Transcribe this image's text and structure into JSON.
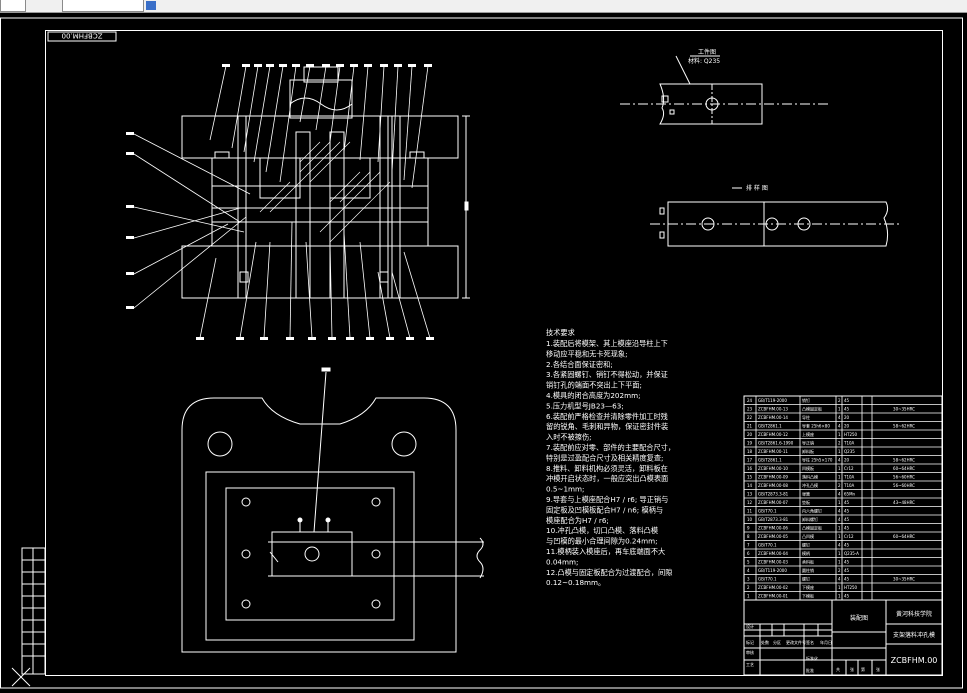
{
  "drawing_code_rotated": "ZCBFHM.00",
  "workpiece": {
    "label": "工件图",
    "material": "材料: Q235"
  },
  "strip": {
    "label": "排 样 图"
  },
  "tech_req": {
    "title": "技术要求",
    "lines": [
      "1.装配后将模架、其上模座沿导柱上下",
      "移动应平稳和无卡死现象;",
      "2.各结合面保证密和;",
      "3.各紧固螺钉、销钉不得松动，并保证",
      "销钉孔的端面不突出上下平面;",
      "4.模具的闭合高度为202mm;",
      "5.压力机型号JB23—63;",
      "6.装配前严格检查并清除零件加工时残",
      "留的锐角、毛刺和异物，保证密封件装",
      "入时不被擦伤;",
      "7.装配前应对零、部件的主要配合尺寸，",
      "特别是过盈配合尺寸及相关精度复查;",
      "8.推料、卸料机构必须灵活，卸料板在",
      "冲模开启状态时，一般应突出凸模表面",
      "0.5~1mm;",
      "9.导套与上模座配合H7 / r6; 导正销与",
      "固定板及凹模板配合H7 / n6; 模柄与",
      "模座配合为H7 / r6;",
      "10.冲孔凸模，切口凸模、落料凸模",
      "与凹模的最小合理间隙为0.24mm;",
      "11.模柄装入模座后，再车底端面不大",
      "0.04mm;",
      "12.凸模与固定板配合为过渡配合，间隙",
      "0.12~0.18mm。"
    ]
  },
  "title_block": {
    "school": "黄河科技学院",
    "drawing_name": "支架落料冲孔模",
    "code": "ZCBFHM.00",
    "assembly_label": "装配图",
    "table_headers": [
      "标记",
      "处数",
      "分区",
      "更改文件号",
      "签名",
      "年月日"
    ],
    "role_labels": [
      "设计",
      "审核",
      "工艺",
      "批准",
      "标准化"
    ],
    "scale_row": [
      "共",
      "张",
      "第",
      "张"
    ]
  },
  "bom": [
    [
      "24",
      "GB/T119-2000",
      "销钉",
      "2",
      "45",
      "",
      ""
    ],
    [
      "23",
      "ZCBFHM.00-13",
      "凸模固定板",
      "1",
      "45",
      "",
      "30~35HRC"
    ],
    [
      "22",
      "ZCBFHM.00-14",
      "导柱",
      "4",
      "20",
      "",
      ""
    ],
    [
      "21",
      "GB/T2861.1",
      "导套 25h6×80",
      "4",
      "20",
      "",
      "58~62HRC"
    ],
    [
      "20",
      "ZCBFHM.00-12",
      "上模座",
      "1",
      "HT250",
      "",
      ""
    ],
    [
      "19",
      "GB/T2861.6-1990",
      "导正销",
      "2",
      "T10A",
      "",
      ""
    ],
    [
      "18",
      "ZCBFHM.00-11",
      "卸料板",
      "1",
      "Q235",
      "",
      ""
    ],
    [
      "17",
      "GB/T2861.1",
      "导柱 25h5×170",
      "4",
      "20",
      "",
      "58~62HRC"
    ],
    [
      "16",
      "ZCBFHM.00-10",
      "凹模板",
      "1",
      "Cr12",
      "",
      "60~64HRC"
    ],
    [
      "15",
      "ZCBFHM.00-09",
      "落料凸模",
      "1",
      "T10A",
      "",
      "56~60HRC"
    ],
    [
      "14",
      "ZCBFHM.00-08",
      "冲孔凸模",
      "2",
      "T10A",
      "",
      "56~60HRC"
    ],
    [
      "13",
      "GB/T2873.3-81",
      "弹簧",
      "4",
      "65Mn",
      "",
      ""
    ],
    [
      "12",
      "ZCBFHM.00-07",
      "垫板",
      "1",
      "45",
      "",
      "43~48HRC"
    ],
    [
      "11",
      "GB/T70.1",
      "内六角螺钉",
      "4",
      "45",
      "",
      ""
    ],
    [
      "10",
      "GB/T2873.3-81",
      "卸料螺钉",
      "4",
      "45",
      "",
      ""
    ],
    [
      "9",
      "ZCBFHM.00-06",
      "凸模固定板",
      "1",
      "45",
      "",
      ""
    ],
    [
      "8",
      "ZCBFHM.00-05",
      "凸凹模",
      "1",
      "Cr12",
      "",
      "60~64HRC"
    ],
    [
      "7",
      "GB/T70.1",
      "螺钉",
      "4",
      "45",
      "",
      ""
    ],
    [
      "6",
      "ZCBFHM.00-04",
      "模柄",
      "1",
      "Q235-A",
      "",
      ""
    ],
    [
      "5",
      "ZCBFHM.00-03",
      "承料板",
      "1",
      "45",
      "",
      ""
    ],
    [
      "4",
      "GB/T119-2000",
      "圆柱销",
      "2",
      "45",
      "",
      ""
    ],
    [
      "3",
      "GB/T70.1",
      "螺钉",
      "4",
      "45",
      "",
      "30~35HRC"
    ],
    [
      "2",
      "ZCBFHM.00-02",
      "下模座",
      "1",
      "HT250",
      "",
      ""
    ],
    [
      "1",
      "ZCBFHM.00-01",
      "下模板",
      "1",
      "45",
      "",
      ""
    ]
  ],
  "colors": {
    "background": "#000000",
    "linework": "#ffffff",
    "window_chrome": "#f0f0f0",
    "tab_icon": "#3a6fc8"
  }
}
